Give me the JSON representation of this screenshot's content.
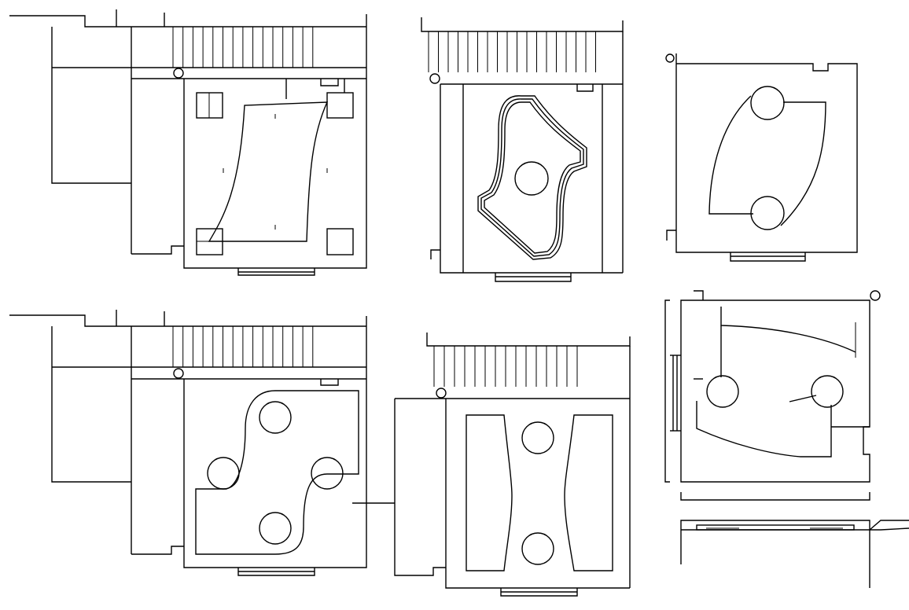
{
  "drawing": {
    "type": "cad-floor-plan-sheet",
    "line_color": "#000000",
    "background": "#ffffff",
    "panels": [
      {
        "id": "plan-top-left",
        "feature": "curved-parallelogram-pool-with-four-square-planters"
      },
      {
        "id": "plan-top-middle",
        "feature": "free-form-pool-with-triple-outline-and-round-planter"
      },
      {
        "id": "plan-top-right",
        "feature": "lens-shaped-bed-with-two-round-planters"
      },
      {
        "id": "plan-bottom-left",
        "feature": "s-shaped-bed-with-four-round-planters"
      },
      {
        "id": "plan-bottom-middle",
        "feature": "two-concave-beds-with-two-round-planters"
      },
      {
        "id": "plan-bottom-right",
        "feature": "curved-bed-with-two-round-planters-and-section-strip"
      }
    ]
  }
}
